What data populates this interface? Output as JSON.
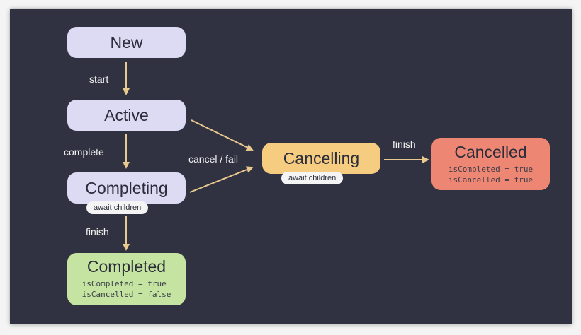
{
  "states": {
    "new": "New",
    "active": "Active",
    "completing": "Completing",
    "completing_note": "await children",
    "completed": "Completed",
    "completed_flags": [
      "isCompleted = true",
      "isCancelled = false"
    ],
    "cancelling": "Cancelling",
    "cancelling_note": "await children",
    "cancelled": "Cancelled",
    "cancelled_flags": [
      "isCompleted = true",
      "isCancelled = true"
    ]
  },
  "transitions": {
    "start": "start",
    "complete": "complete",
    "finish_completed": "finish",
    "cancel_fail": "cancel / fail",
    "finish_cancelled": "finish"
  },
  "colors": {
    "background": "#303241",
    "state_default": "#dcdbf3",
    "state_cancelling": "#f6cd80",
    "state_cancelled": "#ee8674",
    "state_completed": "#c5e4a1",
    "arrow": "#e9c98e"
  }
}
